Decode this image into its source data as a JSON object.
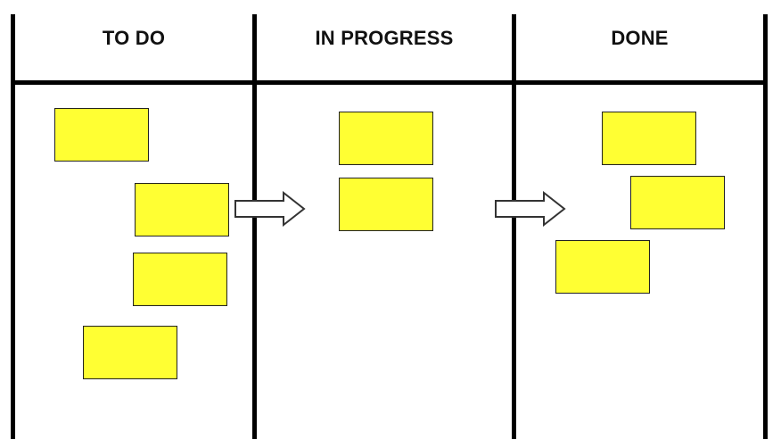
{
  "columns": [
    {
      "id": "todo",
      "title": "TO DO",
      "card_count": 4
    },
    {
      "id": "in-progress",
      "title": "IN PROGRESS",
      "card_count": 2
    },
    {
      "id": "done",
      "title": "DONE",
      "card_count": 3
    }
  ],
  "colors": {
    "card_fill": "#ffff33",
    "card_border": "#222222",
    "line": "#000000",
    "arrow_fill": "#ffffff",
    "arrow_stroke": "#333333"
  },
  "arrows": [
    {
      "from": "todo",
      "to": "in-progress",
      "icon": "right-arrow-icon"
    },
    {
      "from": "in-progress",
      "to": "done",
      "icon": "right-arrow-icon"
    }
  ]
}
